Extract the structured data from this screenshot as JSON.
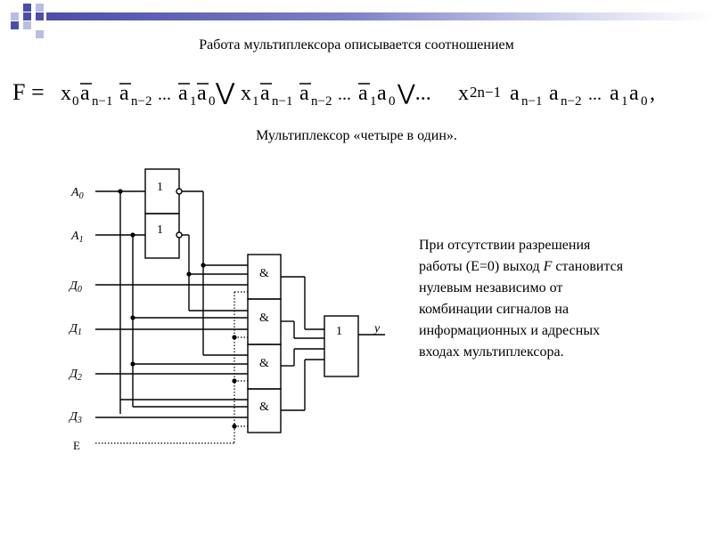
{
  "heading": "Работа мультиплексора описывается соотношением",
  "formula": {
    "lhs": "F =",
    "terms": [
      {
        "x_sub": "0",
        "a_subs": [
          "n−1",
          "n−2"
        ],
        "dots": "...",
        "tail": [
          "1",
          "0"
        ],
        "tail_bars": [
          true,
          true
        ],
        "op": "⋁"
      },
      {
        "x_sub": "1",
        "a_subs": [
          "n−1",
          "n−2"
        ],
        "dots": "...",
        "tail": [
          "1",
          "0"
        ],
        "tail_bars": [
          true,
          false
        ],
        "op": "⋁..."
      },
      {
        "x_sub": "2n−1",
        "a_subs": [
          "n−1",
          "n−2"
        ],
        "dots": "...",
        "tail": [
          "1",
          "0"
        ],
        "tail_bars": [
          false,
          false
        ],
        "op": ","
      }
    ]
  },
  "subtitle": "Мультиплексор «четыре в один».",
  "circuit": {
    "inputs": [
      {
        "letter": "A",
        "sub": "0"
      },
      {
        "letter": "A",
        "sub": "1"
      },
      {
        "letter": "Д",
        "sub": "0"
      },
      {
        "letter": "Д",
        "sub": "1"
      },
      {
        "letter": "Д",
        "sub": "2"
      },
      {
        "letter": "Д",
        "sub": "3"
      },
      {
        "letter": "E",
        "sub": ""
      }
    ],
    "not_label": "1",
    "and_label": "&",
    "or_label": "1",
    "output": "y"
  },
  "note": {
    "line1": "При отсутствии разрешения",
    "line2_pre": "работы (E=0) выход ",
    "line2_var": "F",
    "line2_post": " становится",
    "line3": "нулевым независимо от",
    "line4": "комбинации сигналов на",
    "line5": "информационных и адресных",
    "line6": "входах мультиплексора."
  },
  "colors": {
    "accent_dark": "#4b4ea8",
    "accent_light": "#b9bce3",
    "ink": "#000000"
  }
}
